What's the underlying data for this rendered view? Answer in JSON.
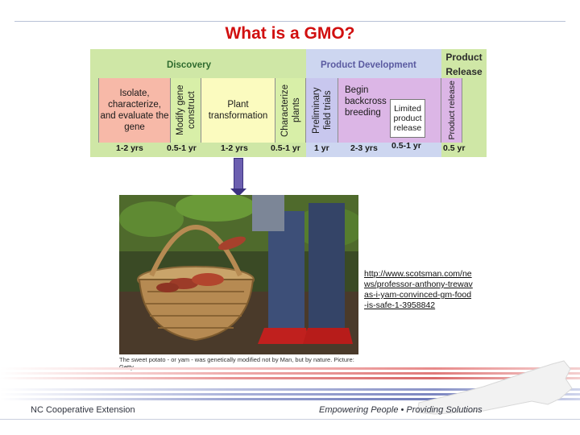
{
  "slide": {
    "title": "What is a GMO?",
    "link": "http://www.scotsman.com/news/professor-anthony-trewavas-i-yam-convinced-gm-food-is-safe-1-3958842",
    "photo_caption": "The sweet potato - or yam - was genetically modified not by Man, but by nature. Picture: Getty"
  },
  "diagram": {
    "phases": {
      "discovery": "Discovery",
      "development": "Product Development",
      "release_line1": "Product",
      "release_line2": "Release"
    },
    "steps": {
      "isolate": "Isolate, characterize, and evaluate the gene",
      "modify": "Modify gene construct",
      "plant_transformation": "Plant transformation",
      "characterize": "Characterize plants",
      "field_trials": "Preliminary field trials",
      "backcross": "Begin backcross breeding",
      "limited": "Limited product release",
      "product_release": "Product release"
    },
    "durations": [
      "1-2 yrs",
      "0.5-1 yr",
      "1-2 yrs",
      "0.5-1 yr",
      "1 yr",
      "2-3 yrs",
      "0.5-1 yr",
      "0.5 yr"
    ]
  },
  "footer": {
    "left": "NC Cooperative Extension",
    "right": "Empowering People • Providing Solutions"
  },
  "colors": {
    "title": "#d10f0f",
    "discovery_band": "#cfe7a6",
    "development_band": "#cdd6f0",
    "arrow": "#6c5fb0"
  }
}
